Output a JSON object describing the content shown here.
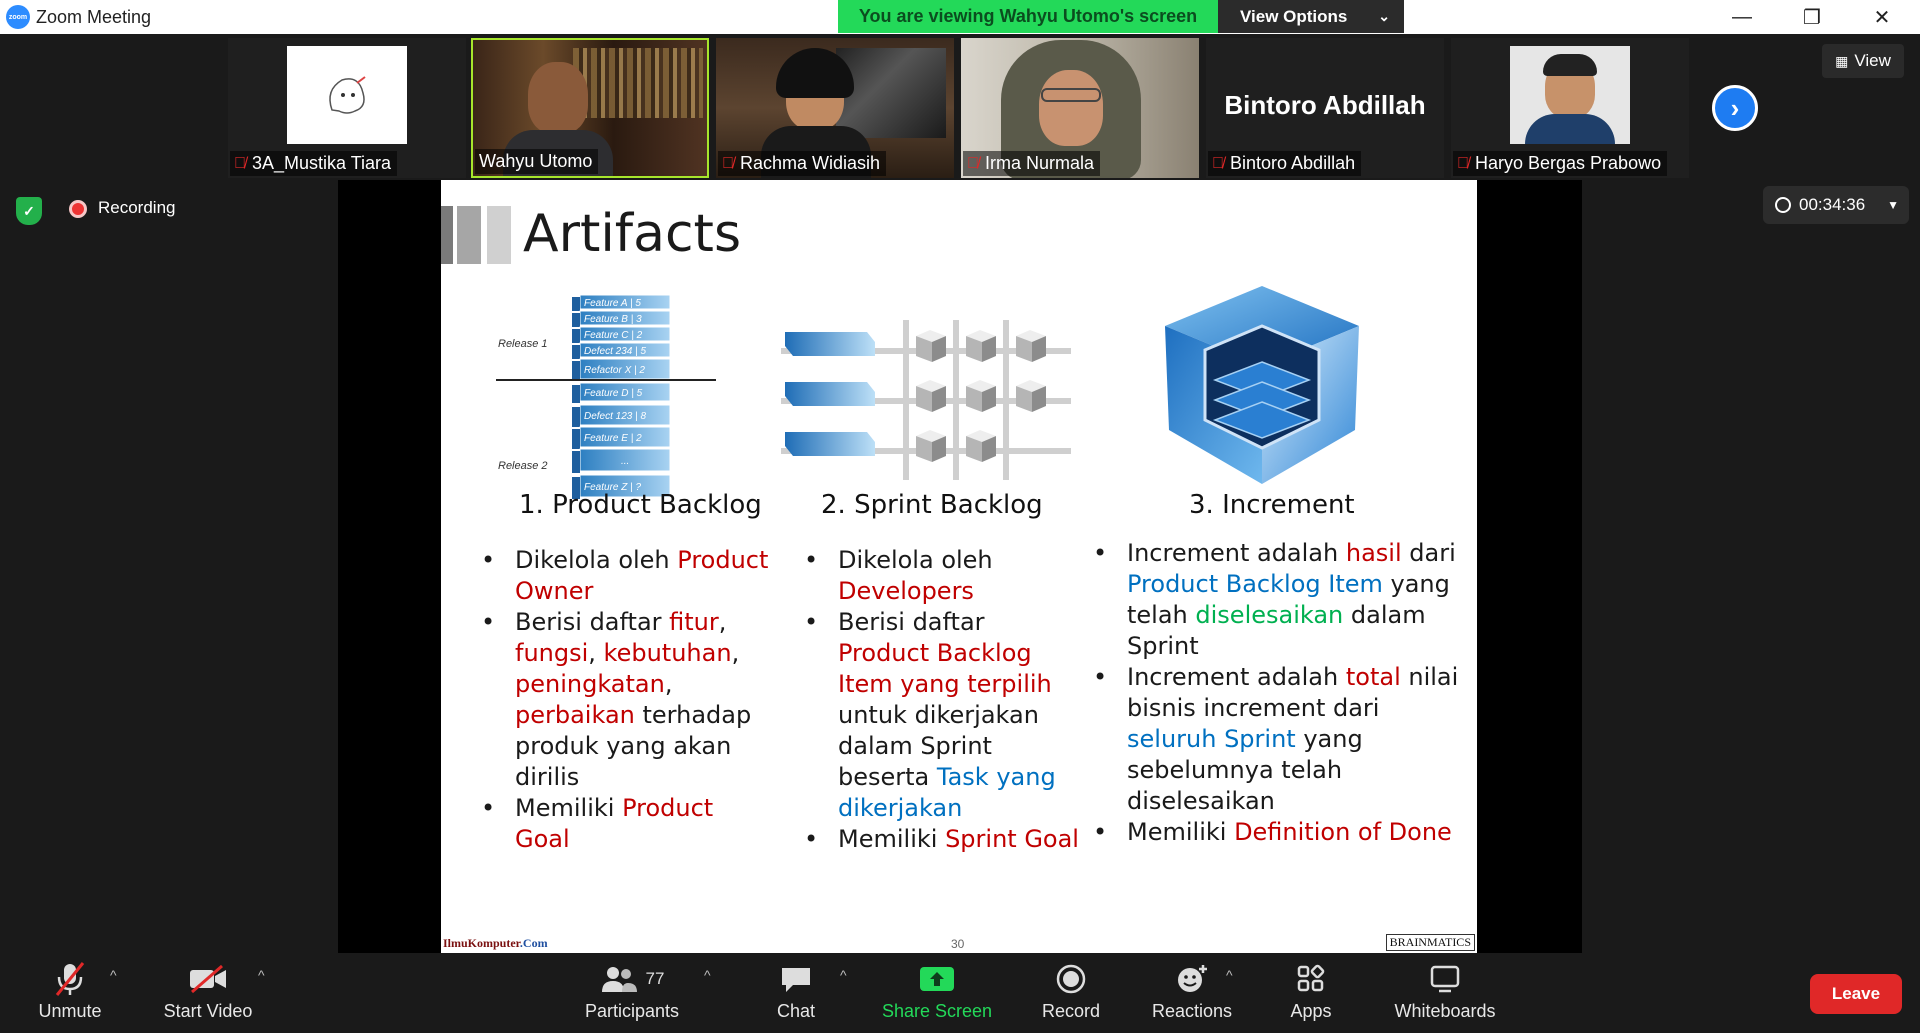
{
  "window": {
    "title": "Zoom Meeting",
    "app_icon_text": "zoom",
    "viewing_banner": "You are viewing Wahyu Utomo's screen",
    "view_options": "View Options"
  },
  "gallery": {
    "participants": [
      {
        "name": "3A_Mustika Tiara",
        "muted": true
      },
      {
        "name": "Wahyu Utomo",
        "muted": false,
        "active_speaker": true
      },
      {
        "name": "Rachma Widiasih",
        "muted": true
      },
      {
        "name": "Irma Nurmala",
        "muted": true
      },
      {
        "name": "Bintoro Abdillah",
        "muted": true,
        "video_off_label": "Bintoro Abdillah"
      },
      {
        "name": "Haryo Bergas Prabowo",
        "muted": true
      }
    ],
    "view_label": "View"
  },
  "status": {
    "recording_label": "Recording",
    "timer": "00:34:36"
  },
  "slide": {
    "title": "Artifacts",
    "column1_heading": "1. Product Backlog",
    "column2_heading": "2. Sprint Backlog",
    "column3_heading": "3. Increment",
    "backlog_items": [
      "Feature A  | 5",
      "Feature B  | 3",
      "Feature C  | 2",
      "Defect 234 | 5",
      "Refactor X | 2",
      "Feature D  | 5",
      "Defect 123 | 8",
      "Feature E  | 2",
      "...",
      "Feature Z  | ?"
    ],
    "release_1": "Release 1",
    "release_2": "Release 2",
    "footer_left_a": "IlmuKomputer",
    "footer_left_b": ".Com",
    "page_number": "30",
    "footer_right": "BRAINMATICS",
    "colors": {
      "red": "#c00000",
      "blue": "#0070c0",
      "green": "#00b050"
    }
  },
  "toolbar": {
    "unmute": "Unmute",
    "start_video": "Start Video",
    "participants": "Participants",
    "participants_count": "77",
    "chat": "Chat",
    "share_screen": "Share Screen",
    "record": "Record",
    "reactions": "Reactions",
    "apps": "Apps",
    "whiteboards": "Whiteboards",
    "leave": "Leave"
  }
}
